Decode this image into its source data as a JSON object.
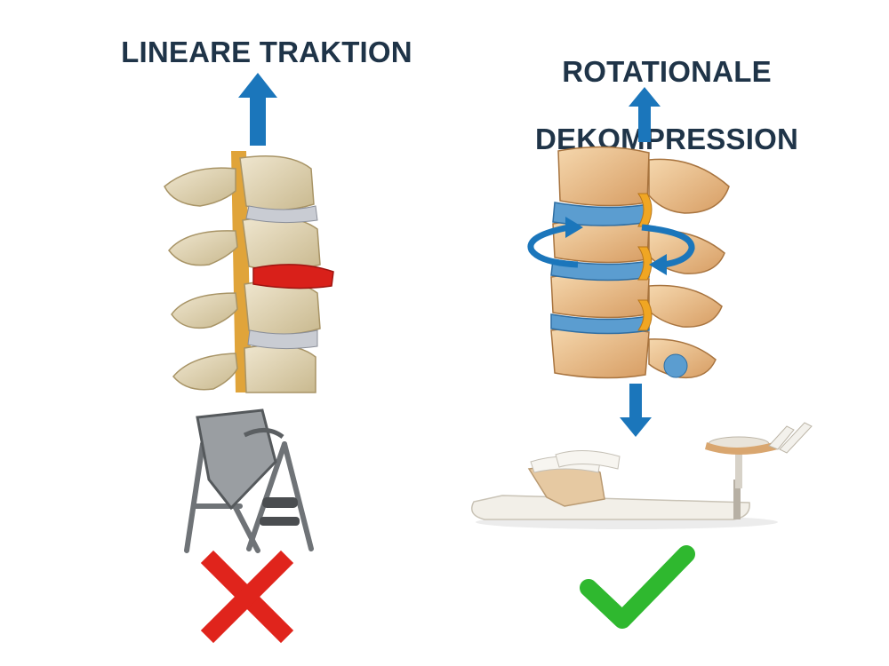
{
  "left_panel": {
    "title": "LINEARE TRAKTION",
    "arrow_icon": "arrow-up-icon",
    "verdict_icon": "red-cross-icon",
    "colors": {
      "arrow": "#1b76bb",
      "verdict": "#e0241c",
      "disc_highlight": "#d9201a"
    }
  },
  "right_panel": {
    "title_line1": "ROTATIONALE",
    "title_line2": "DEKOMPRESSION",
    "arrow_up_icon": "arrow-up-icon",
    "arrow_down_icon": "arrow-down-icon",
    "rotation_icon": "rotation-arrow-icon",
    "verdict_icon": "green-check-icon",
    "colors": {
      "arrow": "#1b76bb",
      "verdict": "#2fb82f",
      "disc": "#5b9dd0"
    }
  },
  "title_color": "#1f3448"
}
